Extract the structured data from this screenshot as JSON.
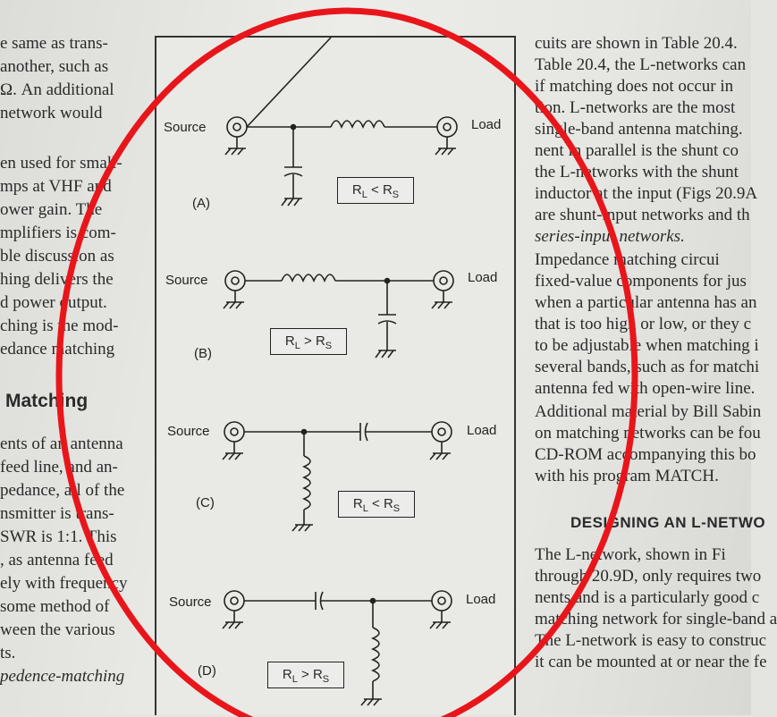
{
  "left_column": {
    "lines": [
      "e same as trans-",
      "another, such as",
      "Ω. An additional",
      " network would",
      "",
      "en used for small-",
      "mps at VHF and",
      "ower gain. The",
      "mplifiers is com-",
      "ble discussion as",
      "hing delivers the",
      "d power output.",
      "ching is the mod-",
      "edance matching"
    ],
    "heading": "Matching",
    "lines2": [
      "ents of an antenna",
      "feed line, and an-",
      "pedance, all of the",
      "nsmitter is trans-",
      "SWR is 1:1. This",
      ", as antenna feed",
      "ely with frequency",
      " some method of",
      "ween the various",
      "ts.",
      "pedence-matching"
    ]
  },
  "figure": {
    "circuits": [
      {
        "tag": "(A)",
        "source": "Source",
        "load": "Load",
        "condition": {
          "left": "R",
          "left_sub": "L",
          "op": "<",
          "right": "R",
          "right_sub": "S"
        }
      },
      {
        "tag": "(B)",
        "source": "Source",
        "load": "Load",
        "condition": {
          "left": "R",
          "left_sub": "L",
          "op": ">",
          "right": "R",
          "right_sub": "S"
        }
      },
      {
        "tag": "(C)",
        "source": "Source",
        "load": "Load",
        "condition": {
          "left": "R",
          "left_sub": "L",
          "op": "<",
          "right": "R",
          "right_sub": "S"
        }
      },
      {
        "tag": "(D)",
        "source": "Source",
        "load": "Load",
        "condition": {
          "left": "R",
          "left_sub": "L",
          "op": ">",
          "right": "R",
          "right_sub": "S"
        }
      }
    ]
  },
  "right_column": {
    "lines": [
      "cuits are shown in Table 20.4.",
      "Table 20.4, the L-networks can",
      "if matching does not occur in",
      "tion. L-networks are the most",
      "single-band antenna matching.",
      "nent in parallel is the shunt co",
      "the L-networks with the shunt",
      "inductor at the input (Figs 20.9A",
      "are shunt-input networks and th",
      "series-input networks.",
      "   Impedance matching circui",
      "fixed-value components for jus",
      "when a particular antenna has an",
      "that is too high or low, or they c",
      "to be adjustable when matching i",
      "several bands, such as for matchi",
      "antenna fed with open-wire line.",
      "   Additional material by Bill Sabin",
      "on matching networks can be fou",
      "CD-ROM accompanying this bo",
      "with his program MATCH."
    ],
    "heading": "DESIGNING AN L-NETWO",
    "lines2": [
      "   The L-network, shown in Fi",
      "through 20.9D, only requires two",
      "nents and is a particularly good c",
      "matching network for single-band a",
      "The L-network is easy to construc",
      "it can be mounted at or near the fe"
    ]
  },
  "colors": {
    "annotation": "#e8161b",
    "ink": "#222222",
    "paper": "#e6e6e2"
  }
}
